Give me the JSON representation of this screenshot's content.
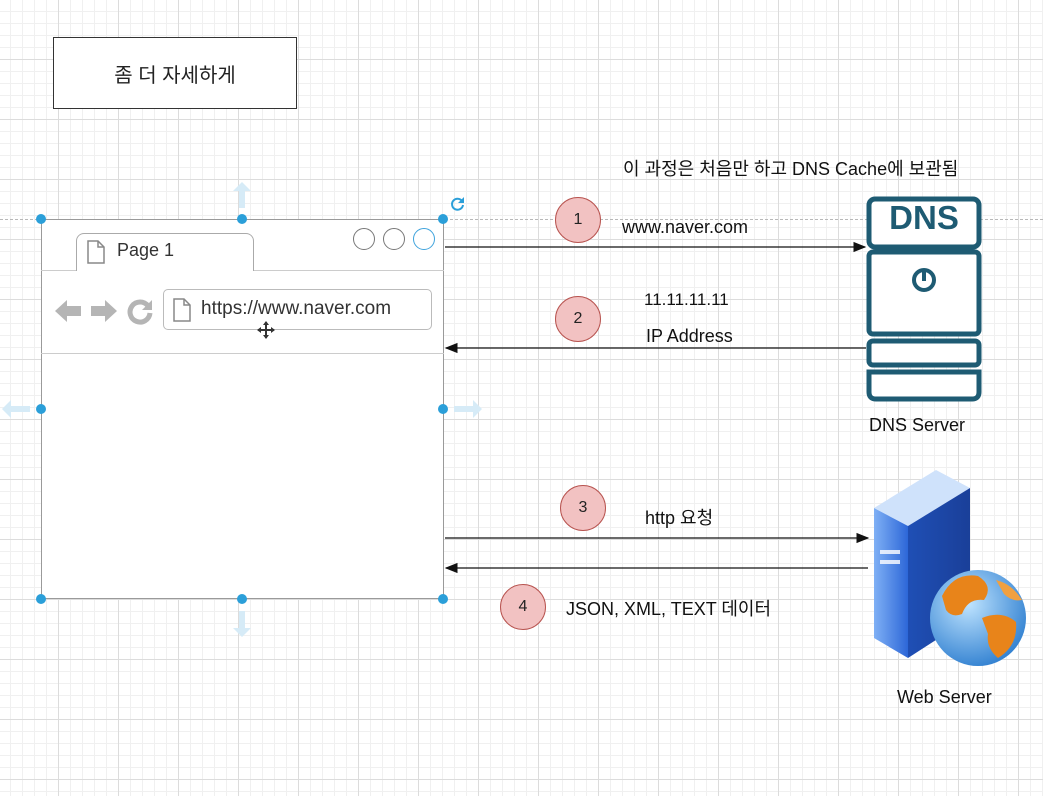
{
  "title": "좀 더 자세하게",
  "cache_note": "이 과정은 처음만 하고 DNS Cache에 보관됨",
  "browser": {
    "tab_label": "Page 1",
    "url": "https://www.naver.com",
    "icons": [
      "back-arrow-icon",
      "forward-arrow-icon",
      "refresh-icon",
      "page-icon"
    ]
  },
  "steps": [
    {
      "number": "1",
      "label": "www.naver.com"
    },
    {
      "number": "2",
      "label_top": "11.11.11.11",
      "label_bottom": "IP Address"
    },
    {
      "number": "3",
      "label": "http 요청"
    },
    {
      "number": "4",
      "label": "JSON, XML, TEXT 데이터"
    }
  ],
  "dns_server": {
    "icon_text": "DNS",
    "label": "DNS Server"
  },
  "web_server": {
    "label": "Web Server"
  },
  "colors": {
    "step_fill": "#f2c2c2",
    "step_stroke": "#b85450",
    "dns_icon": "#1e5b73",
    "selection_handle": "#2b9fd9",
    "server_blue": "#3a7be0",
    "globe_orange": "#e8841a"
  }
}
